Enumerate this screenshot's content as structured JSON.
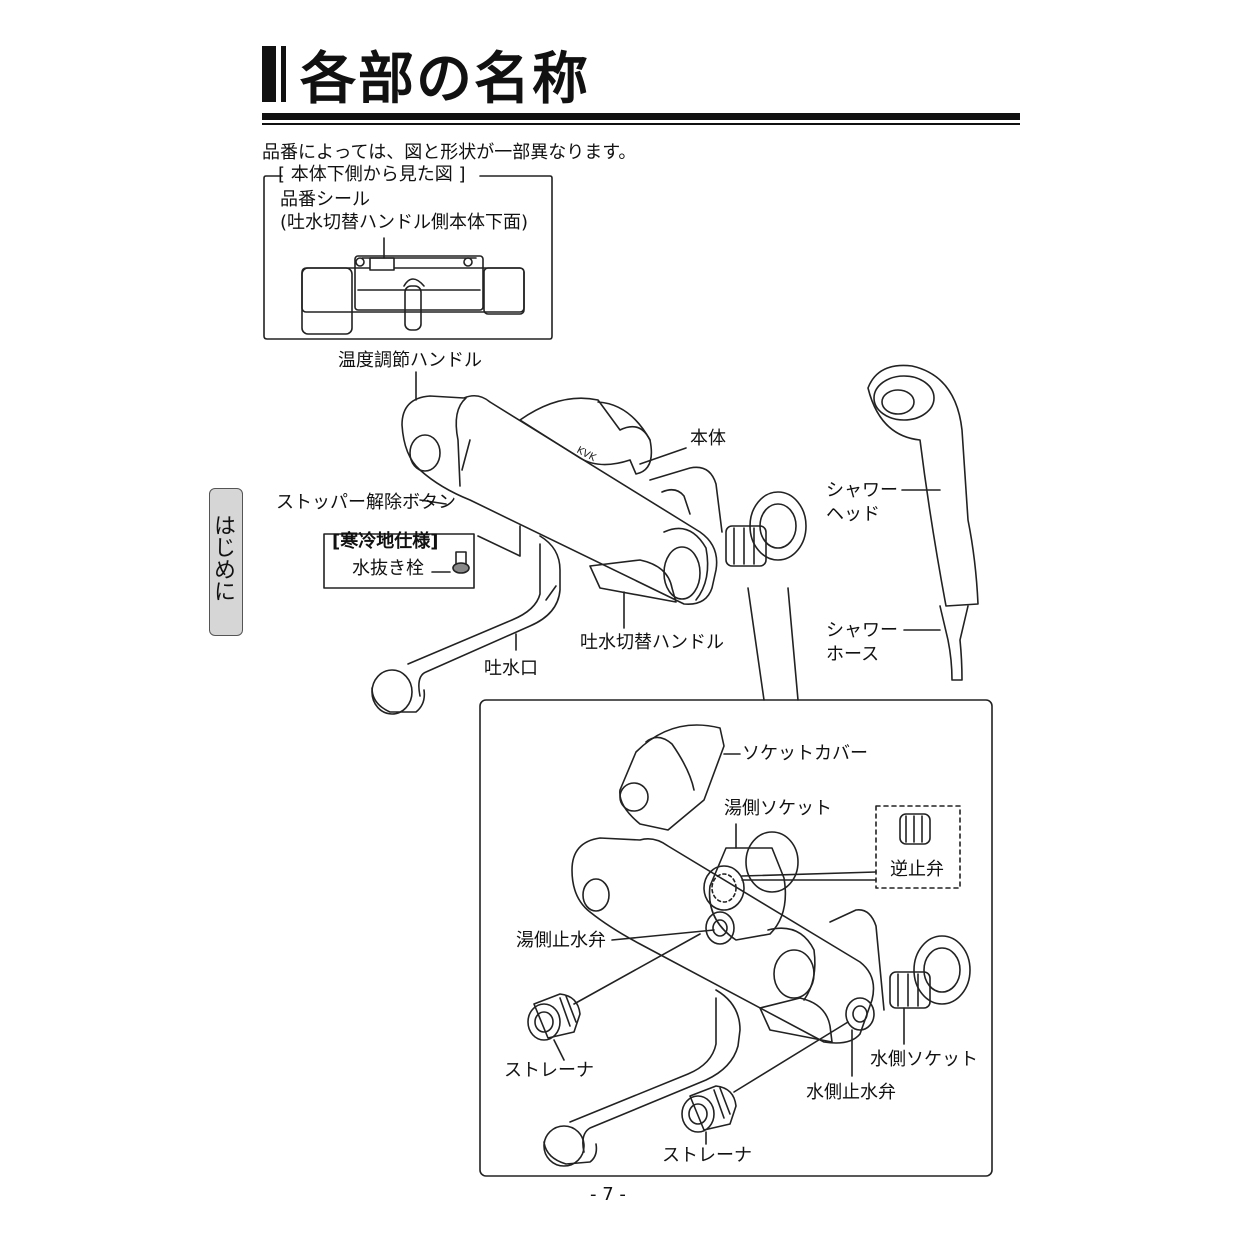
{
  "page": {
    "title": "各部の名称",
    "note": "品番によっては、図と形状が一部異なります。",
    "side_tab": "はじめに",
    "page_number": "- 7 -"
  },
  "bottom_view": {
    "heading": "[ 本体下側から見た図 ]",
    "label_line1": "品番シール",
    "label_line2": "(吐水切替ハンドル側本体下面)"
  },
  "labels": {
    "temp_handle": "温度調節ハンドル",
    "body": "本体",
    "stopper_button": "ストッパー解除ボタン",
    "cold_spec": "[寒冷地仕様]",
    "drain_plug": "水抜き栓",
    "shower_head_1": "シャワー",
    "shower_head_2": "ヘッド",
    "shower_hose_1": "シャワー",
    "shower_hose_2": "ホース",
    "switch_handle": "吐水切替ハンドル",
    "spout": "吐水口",
    "socket_cover": "ソケットカバー",
    "hot_socket": "湯側ソケット",
    "check_valve": "逆止弁",
    "hot_stop_valve": "湯側止水弁",
    "strainer_1": "ストレーナ",
    "cold_socket": "水側ソケット",
    "cold_stop_valve": "水側止水弁",
    "strainer_2": "ストレーナ",
    "brand_mark": "KVK"
  }
}
